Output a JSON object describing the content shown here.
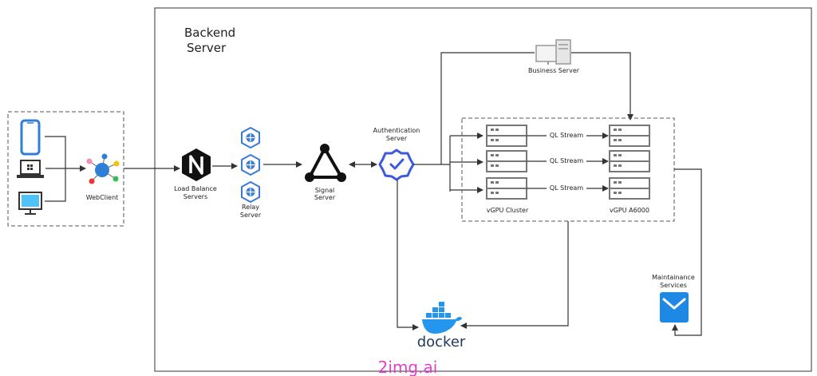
{
  "title": {
    "line1": "Backend",
    "line2": "Server"
  },
  "clients": {
    "hub_label": "WebClient"
  },
  "load_balancer": {
    "line1": "Load Balance",
    "line2": "Servers"
  },
  "relay": {
    "line1": "Relay",
    "line2": "Server"
  },
  "signal": {
    "line1": "Signal",
    "line2": "Server"
  },
  "auth": {
    "line1": "Authentication",
    "line2": "Server"
  },
  "business": {
    "label": "Business Server"
  },
  "cluster": {
    "left_label": "vGPU Cluster",
    "right_label": "vGPU A6000",
    "streams": [
      "QL Stream",
      "QL Stream",
      "QL Stream"
    ]
  },
  "maintenance": {
    "line1": "Maintainance",
    "line2": "Services"
  },
  "docker": {
    "label": "docker"
  },
  "watermark": "2img.ai",
  "colors": {
    "line": "#333333",
    "blue": "#2f7fd8",
    "relay_blue": "#3b7bd4",
    "docker_blue": "#2496ed",
    "server_gray": "#888888",
    "watermark": "#e040c8"
  }
}
